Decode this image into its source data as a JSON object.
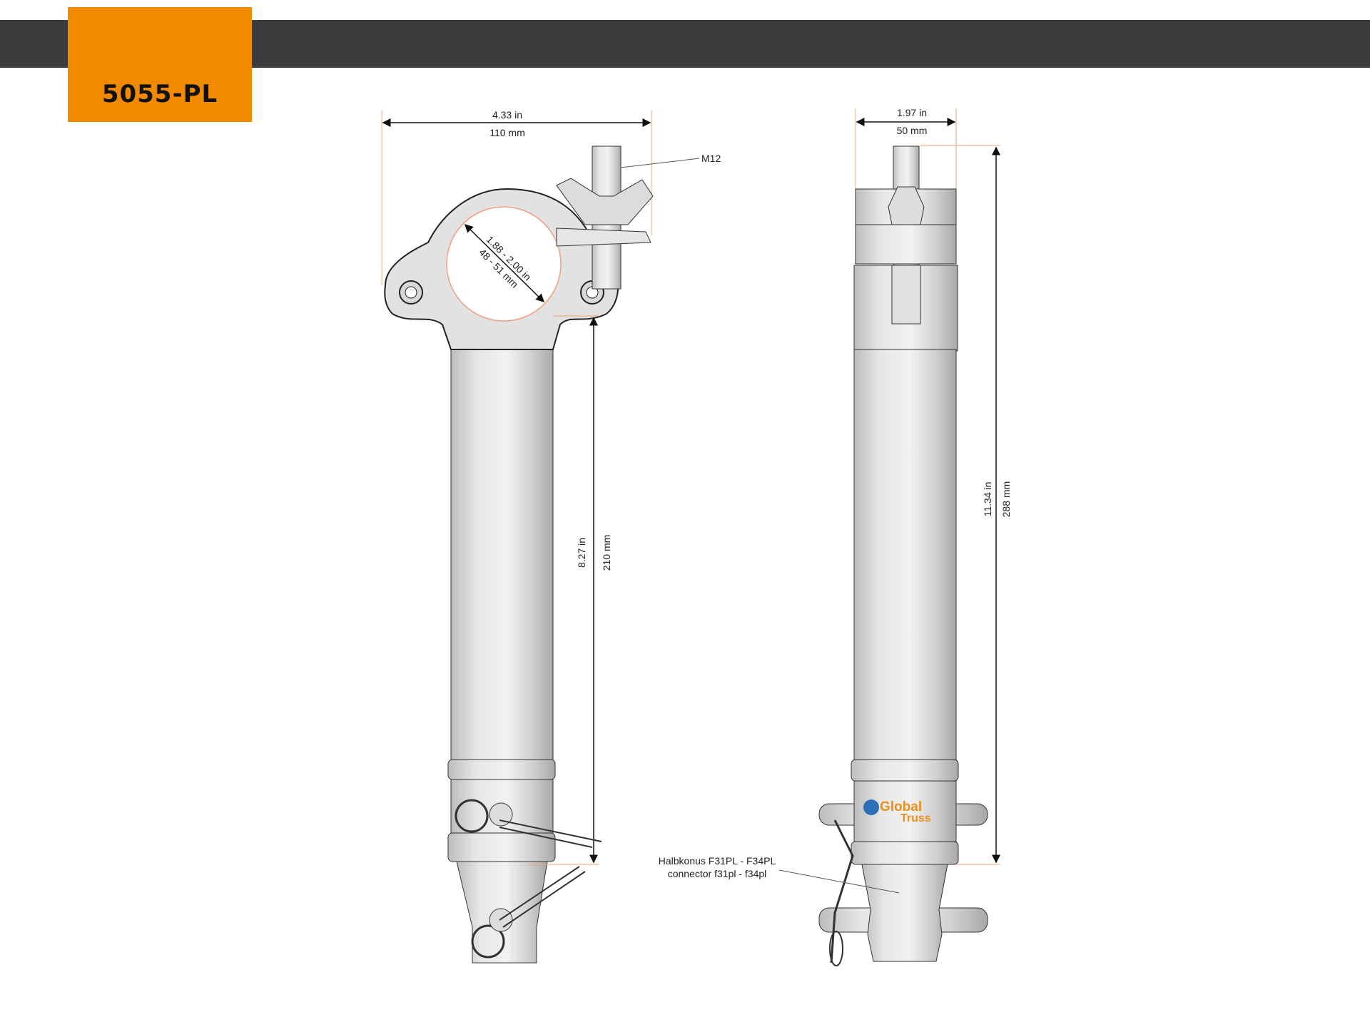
{
  "header": {
    "product_code": "5055-PL"
  },
  "left_view": {
    "width_in": "4.33 in",
    "width_mm": "110 mm",
    "thread_label": "M12",
    "tube_diameter_in": "1.88 - 2.00 in",
    "tube_diameter_mm": "48 - 51 mm",
    "height_in": "8.27 in",
    "height_mm": "210 mm"
  },
  "right_view": {
    "width_in": "1.97 in",
    "width_mm": "50 mm",
    "height_in": "11.34 in",
    "height_mm": "288 mm",
    "connector_label_1": "Halbkonus F31PL - F34PL",
    "connector_label_2": "connector f31pl - f34pl",
    "logo_text_1": "Global",
    "logo_text_2": "Truss"
  },
  "colors": {
    "accent": "#f28a00",
    "bar": "#3c3c3c",
    "metal": "#dcdcdc",
    "dim_line": "#f0a080"
  }
}
